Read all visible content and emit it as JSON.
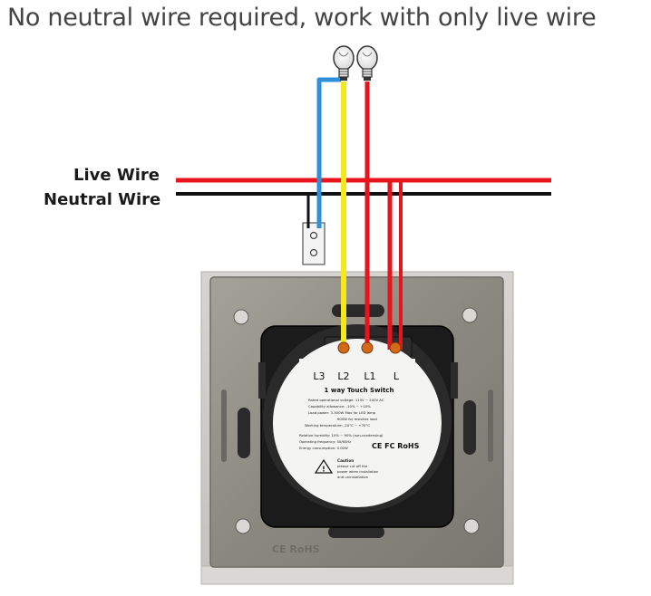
{
  "title": "No neutral wire required, work with only live wire",
  "labels": {
    "live_wire": "Live Wire",
    "neutral_wire": "Neutral Wire"
  },
  "switch": {
    "terminals": [
      "L3",
      "L2",
      "L1",
      "L"
    ],
    "name": "1 way Touch Switch",
    "specs": [
      "Rated operational voltage: 110V ~ 240V AC",
      "Capability allowance: -10% ~ +10%",
      "Load power: 3-300W Max for LED lamp",
      "600W for resistive load",
      "Working temperature: -20°C ~ +70°C",
      "Relative humidity: 10% ~ 90% (non-condensing)",
      "Operating frequency: 50/60Hz",
      "Energy consumption: 0.02W"
    ],
    "cert_marks": "CE FC RoHS",
    "caution_title": "Caution",
    "caution_lines": [
      "please cut off the",
      "power when installation",
      "and uninstallation"
    ],
    "frame_mark": "CE RoHS"
  },
  "colors": {
    "live": "#e8141c",
    "neutral": "#111111",
    "blue": "#2f8fd8",
    "yellow": "#f5ea19",
    "frame": "#8e8c83",
    "module": "#1b1b1b",
    "text": "#444444"
  }
}
